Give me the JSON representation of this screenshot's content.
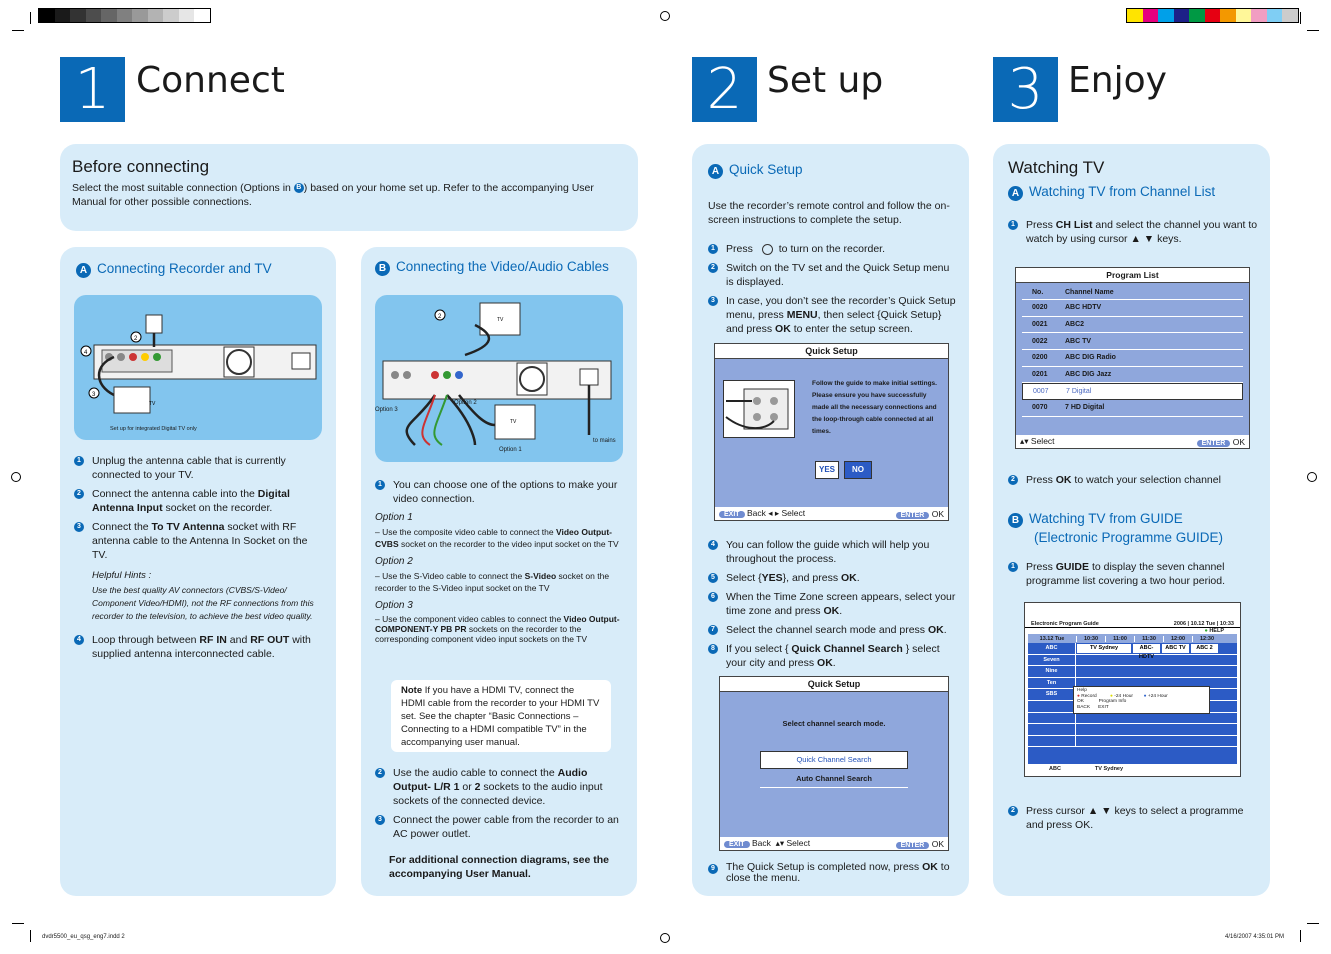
{
  "colorbar_left": [
    "#000000",
    "#1a1a1a",
    "#333333",
    "#4d4d4d",
    "#666666",
    "#808080",
    "#999999",
    "#b3b3b3",
    "#cccccc",
    "#e6e6e6",
    "#ffffff"
  ],
  "colorbar_right": [
    "#ffe400",
    "#e6007e",
    "#00a0e9",
    "#1d2088",
    "#009944",
    "#e60012",
    "#f39800",
    "#fff799",
    "#f19ec2",
    "#7fcef4",
    "#cccccc"
  ],
  "sections": {
    "s1": {
      "num": "1",
      "title": "Connect"
    },
    "s2": {
      "num": "2",
      "title": "Set up"
    },
    "s3": {
      "num": "3",
      "title": "Enjoy"
    }
  },
  "before": {
    "title": "Before connecting",
    "text1": "Select the most suitable connection (Options in ",
    "badge": "B",
    "text2": ") based on your home set up.  Refer to the accompanying User Manual for other possible connections."
  },
  "panelA": {
    "badge": "A",
    "title": "Connecting Recorder and TV",
    "caption": "Set up for integrated Digital TV only",
    "tv": "TV",
    "callouts": [
      "2",
      "4",
      "3"
    ],
    "steps": [
      {
        "n": "1",
        "a": "Unplug the antenna cable that is currently connected to your TV.",
        "b": "",
        "c": ""
      },
      {
        "n": "2",
        "a": "Connect the antenna cable into the ",
        "b": "Digital Antenna Input",
        "c": " socket on the recorder."
      },
      {
        "n": "3",
        "a": "Connect the ",
        "b": "To TV Antenna",
        "c": " socket with RF antenna cable to the Antenna In Socket on the TV."
      }
    ],
    "hints_title": "Helpful Hints :",
    "hints": "Use the best quality AV connectors (CVBS/S-Video/ Component Video/HDMI), not the RF connections from this recorder to the television, to achieve the best video quality.",
    "step4": {
      "n": "4",
      "a": "Loop through between ",
      "b": "RF IN",
      "c": " and ",
      "d": "RF OUT",
      "e": " with supplied antenna interconnected cable."
    }
  },
  "panelB": {
    "badge": "B",
    "title": "Connecting the Video/Audio Cables",
    "opt2": "Option 2",
    "opt3": "Option 3",
    "opt1": "Option 1",
    "mains": "to mains",
    "tv": "TV",
    "callout": "2",
    "step1": {
      "n": "1",
      "text": "You can choose one of the options to make your video connection."
    },
    "o1": {
      "title": "Option 1",
      "a": "– Use the composite video cable to connect the ",
      "b": "Video Output-CVBS",
      "c": " socket on the recorder to the video input socket on the TV"
    },
    "o2": {
      "title": "Option 2",
      "a": "– Use the S-Video cable to connect the ",
      "b": "S-Video",
      "c": " socket on the recorder to the S-Video input socket on the TV"
    },
    "o3": {
      "title": "Option 3",
      "a": "– Use the component video cables to connect the ",
      "b": "Video Output-COMPONENT-Y PB PR",
      "c": " sockets on the recorder to the corresponding component video input sockets on the TV"
    },
    "note": {
      "label": "Note",
      "text": " If you have a HDMI TV, connect the HDMI cable from the recorder to your HDMI TV set. See the chapter “Basic Connections – Connecting to a HDMI compatible TV” in the accompanying user manual."
    },
    "step2": {
      "n": "2",
      "a": "Use the audio cable to connect the ",
      "b": "Audio Output- L/R 1",
      "c": " or ",
      "d": "2",
      "e": " sockets to the audio input sockets of the connected device."
    },
    "step3": {
      "n": "3",
      "text": "Connect the power cable from the recorder to an AC power outlet."
    },
    "footer": "For additional connection diagrams, see the accompanying User Manual."
  },
  "setup": {
    "badge": "A",
    "title": "Quick Setup",
    "intro": "Use the recorder’s remote control and follow the on-screen instructions to complete the setup.",
    "s1": {
      "n": "1",
      "a": "Press ",
      "b": "to turn on the recorder."
    },
    "s2": {
      "n": "2",
      "text": "Switch on the TV set and the Quick Setup menu is displayed."
    },
    "s3": {
      "n": "3",
      "a": "In case, you don’t see the recorder’s Quick Setup menu, press ",
      "b": "MENU",
      "c": ", then select {Quick Setup} and press ",
      "d": "OK",
      "e": " to enter the setup screen."
    },
    "screen1": {
      "title": "Quick Setup",
      "text": "Follow the guide to make initial settings. Please ensure you have successfully made all the necessary connections and the loop-through cable connected at all times.",
      "yes": "YES",
      "no": "NO",
      "exit": "EXIT",
      "back": "Back",
      "select": "Select",
      "enter": "ENTER",
      "ok": "OK"
    },
    "s4": {
      "n": "4",
      "text": "You can follow the guide which will help you throughout the process."
    },
    "s5": {
      "n": "5",
      "a": "Select {",
      "b": "YES",
      "c": "}, and press ",
      "d": "OK",
      "e": "."
    },
    "s6": {
      "n": "6",
      "a": "When the Time Zone screen appears, select your time zone and press ",
      "b": "OK",
      "c": "."
    },
    "s7": {
      "n": "7",
      "a": "Select the channel search mode and press ",
      "b": "OK",
      "c": "."
    },
    "s8": {
      "n": "8",
      "a": "If you select { ",
      "b": "Quick Channel Search",
      "c": " } select your city and press ",
      "d": "OK",
      "e": "."
    },
    "screen2": {
      "title": "Quick Setup",
      "text": "Select channel search mode.",
      "opt1": "Quick Channel Search",
      "opt2": "Auto Channel Search",
      "exit": "EXIT",
      "back": "Back",
      "select": "Select",
      "enter": "ENTER",
      "ok": "OK"
    },
    "s9": {
      "n": "9",
      "a": "The Quick Setup is completed now, press ",
      "b": "OK",
      "c": " to close the menu."
    }
  },
  "enjoy": {
    "title": "Watching TV",
    "a": {
      "badge": "A",
      "title": "Watching TV from Channel List"
    },
    "s1": {
      "n": "1",
      "a": "Press ",
      "b": "CH List",
      "c": " and select the channel you want to watch by using cursor ▲ ▼ keys."
    },
    "plist": {
      "title": "Program List",
      "h1": "No.",
      "h2": "Channel Name",
      "rows": [
        [
          "0020",
          "ABC HDTV"
        ],
        [
          "0021",
          "ABC2"
        ],
        [
          "0022",
          "ABC TV"
        ],
        [
          "0200",
          "ABC DIG Radio"
        ],
        [
          "0201",
          "ABC DIG Jazz"
        ],
        [
          "0007",
          "7 Digital"
        ],
        [
          "0070",
          "7 HD Digital"
        ]
      ],
      "select": "Select",
      "enter": "ENTER",
      "ok": "OK"
    },
    "s2": {
      "n": "2",
      "a": "Press ",
      "b": "OK",
      "c": " to watch your selection channel"
    },
    "b": {
      "badge": "B",
      "title1": "Watching TV from GUIDE",
      "title2": "(Electronic Programme GUIDE)"
    },
    "g1": {
      "n": "1",
      "a": "Press ",
      "b": "GUIDE",
      "c": " to display the seven channel programme list covering a two hour period."
    },
    "epg": {
      "title": "Electronic Program Guide",
      "year": "2006",
      "date": "10.12 Tue",
      "time": "10:33",
      "help": "HELP",
      "day": "13.12 Tue",
      "times": [
        "10:30",
        "11:00",
        "11:30",
        "12:00",
        "12:30"
      ],
      "channels": [
        "ABC",
        "Seven",
        "Nine",
        "Ten",
        "SBS"
      ],
      "tv_sydney": "TV Sydney",
      "abc_hdtv": "ABC-HDTV",
      "abc_tv": "ABC TV",
      "abc2": "ABC 2",
      "help_box": "Help",
      "record": "Record",
      "minus24": "-24 Hour",
      "plus24": "+24 Hour",
      "ok": "OK",
      "prog_info": "Program Info",
      "back": "BACK",
      "exit": "EXIT",
      "foot_abc": "ABC",
      "foot_tv": "TV Sydney"
    },
    "g2": {
      "n": "2",
      "text": "Press cursor ▲ ▼ keys to select a programme and press OK."
    }
  },
  "footer": {
    "file": "dvdr5500_eu_qsg_eng7.indd   2",
    "date": "4/16/2007   4:35:01 PM"
  }
}
